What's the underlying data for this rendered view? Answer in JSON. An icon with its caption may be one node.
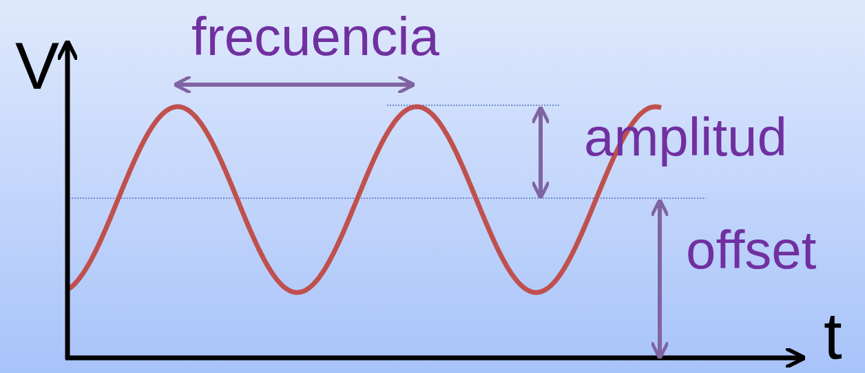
{
  "diagram": {
    "labels": [
      "V",
      "frecuencia",
      "amplitud",
      "offset",
      "t"
    ]
  }
}
